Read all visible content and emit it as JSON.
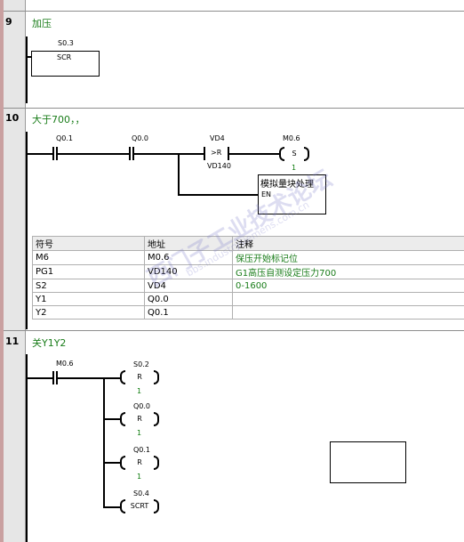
{
  "networks": [
    {
      "number": "9",
      "title": "加压"
    },
    {
      "number": "10",
      "title": "大于700，，"
    },
    {
      "number": "11",
      "title": "关Y1Y2"
    }
  ],
  "net9": {
    "scr_address": "S0.3",
    "scr_label": "SCR"
  },
  "net10": {
    "contact1": "Q0.1",
    "contact2": "Q0.0",
    "compare_top": "VD4",
    "compare_op": ">R",
    "compare_bottom": "VD140",
    "coil_addr": "M0.6",
    "coil_op": "S",
    "coil_n": "1",
    "block_title": "模拟量块处理",
    "block_en": "EN"
  },
  "symbol_table": {
    "headers": [
      "符号",
      "地址",
      "注释"
    ],
    "rows": [
      [
        "M6",
        "M0.6",
        "保压开始标记位"
      ],
      [
        "PG1",
        "VD140",
        "G1高压自测设定压力700"
      ],
      [
        "S2",
        "VD4",
        "0-1600"
      ],
      [
        "Y1",
        "Q0.0",
        ""
      ],
      [
        "Y2",
        "Q0.1",
        ""
      ]
    ]
  },
  "net11": {
    "contact": "M0.6",
    "coils": [
      {
        "addr": "S0.2",
        "op": "R",
        "n": "1"
      },
      {
        "addr": "Q0.0",
        "op": "R",
        "n": "1"
      },
      {
        "addr": "Q0.1",
        "op": "R",
        "n": "1"
      },
      {
        "addr": "S0.4",
        "op": "SCRT",
        "n": ""
      }
    ]
  },
  "watermark": {
    "main": "西门子工业技术论坛",
    "sub": "bbs.industrysiemens.com.cn"
  }
}
